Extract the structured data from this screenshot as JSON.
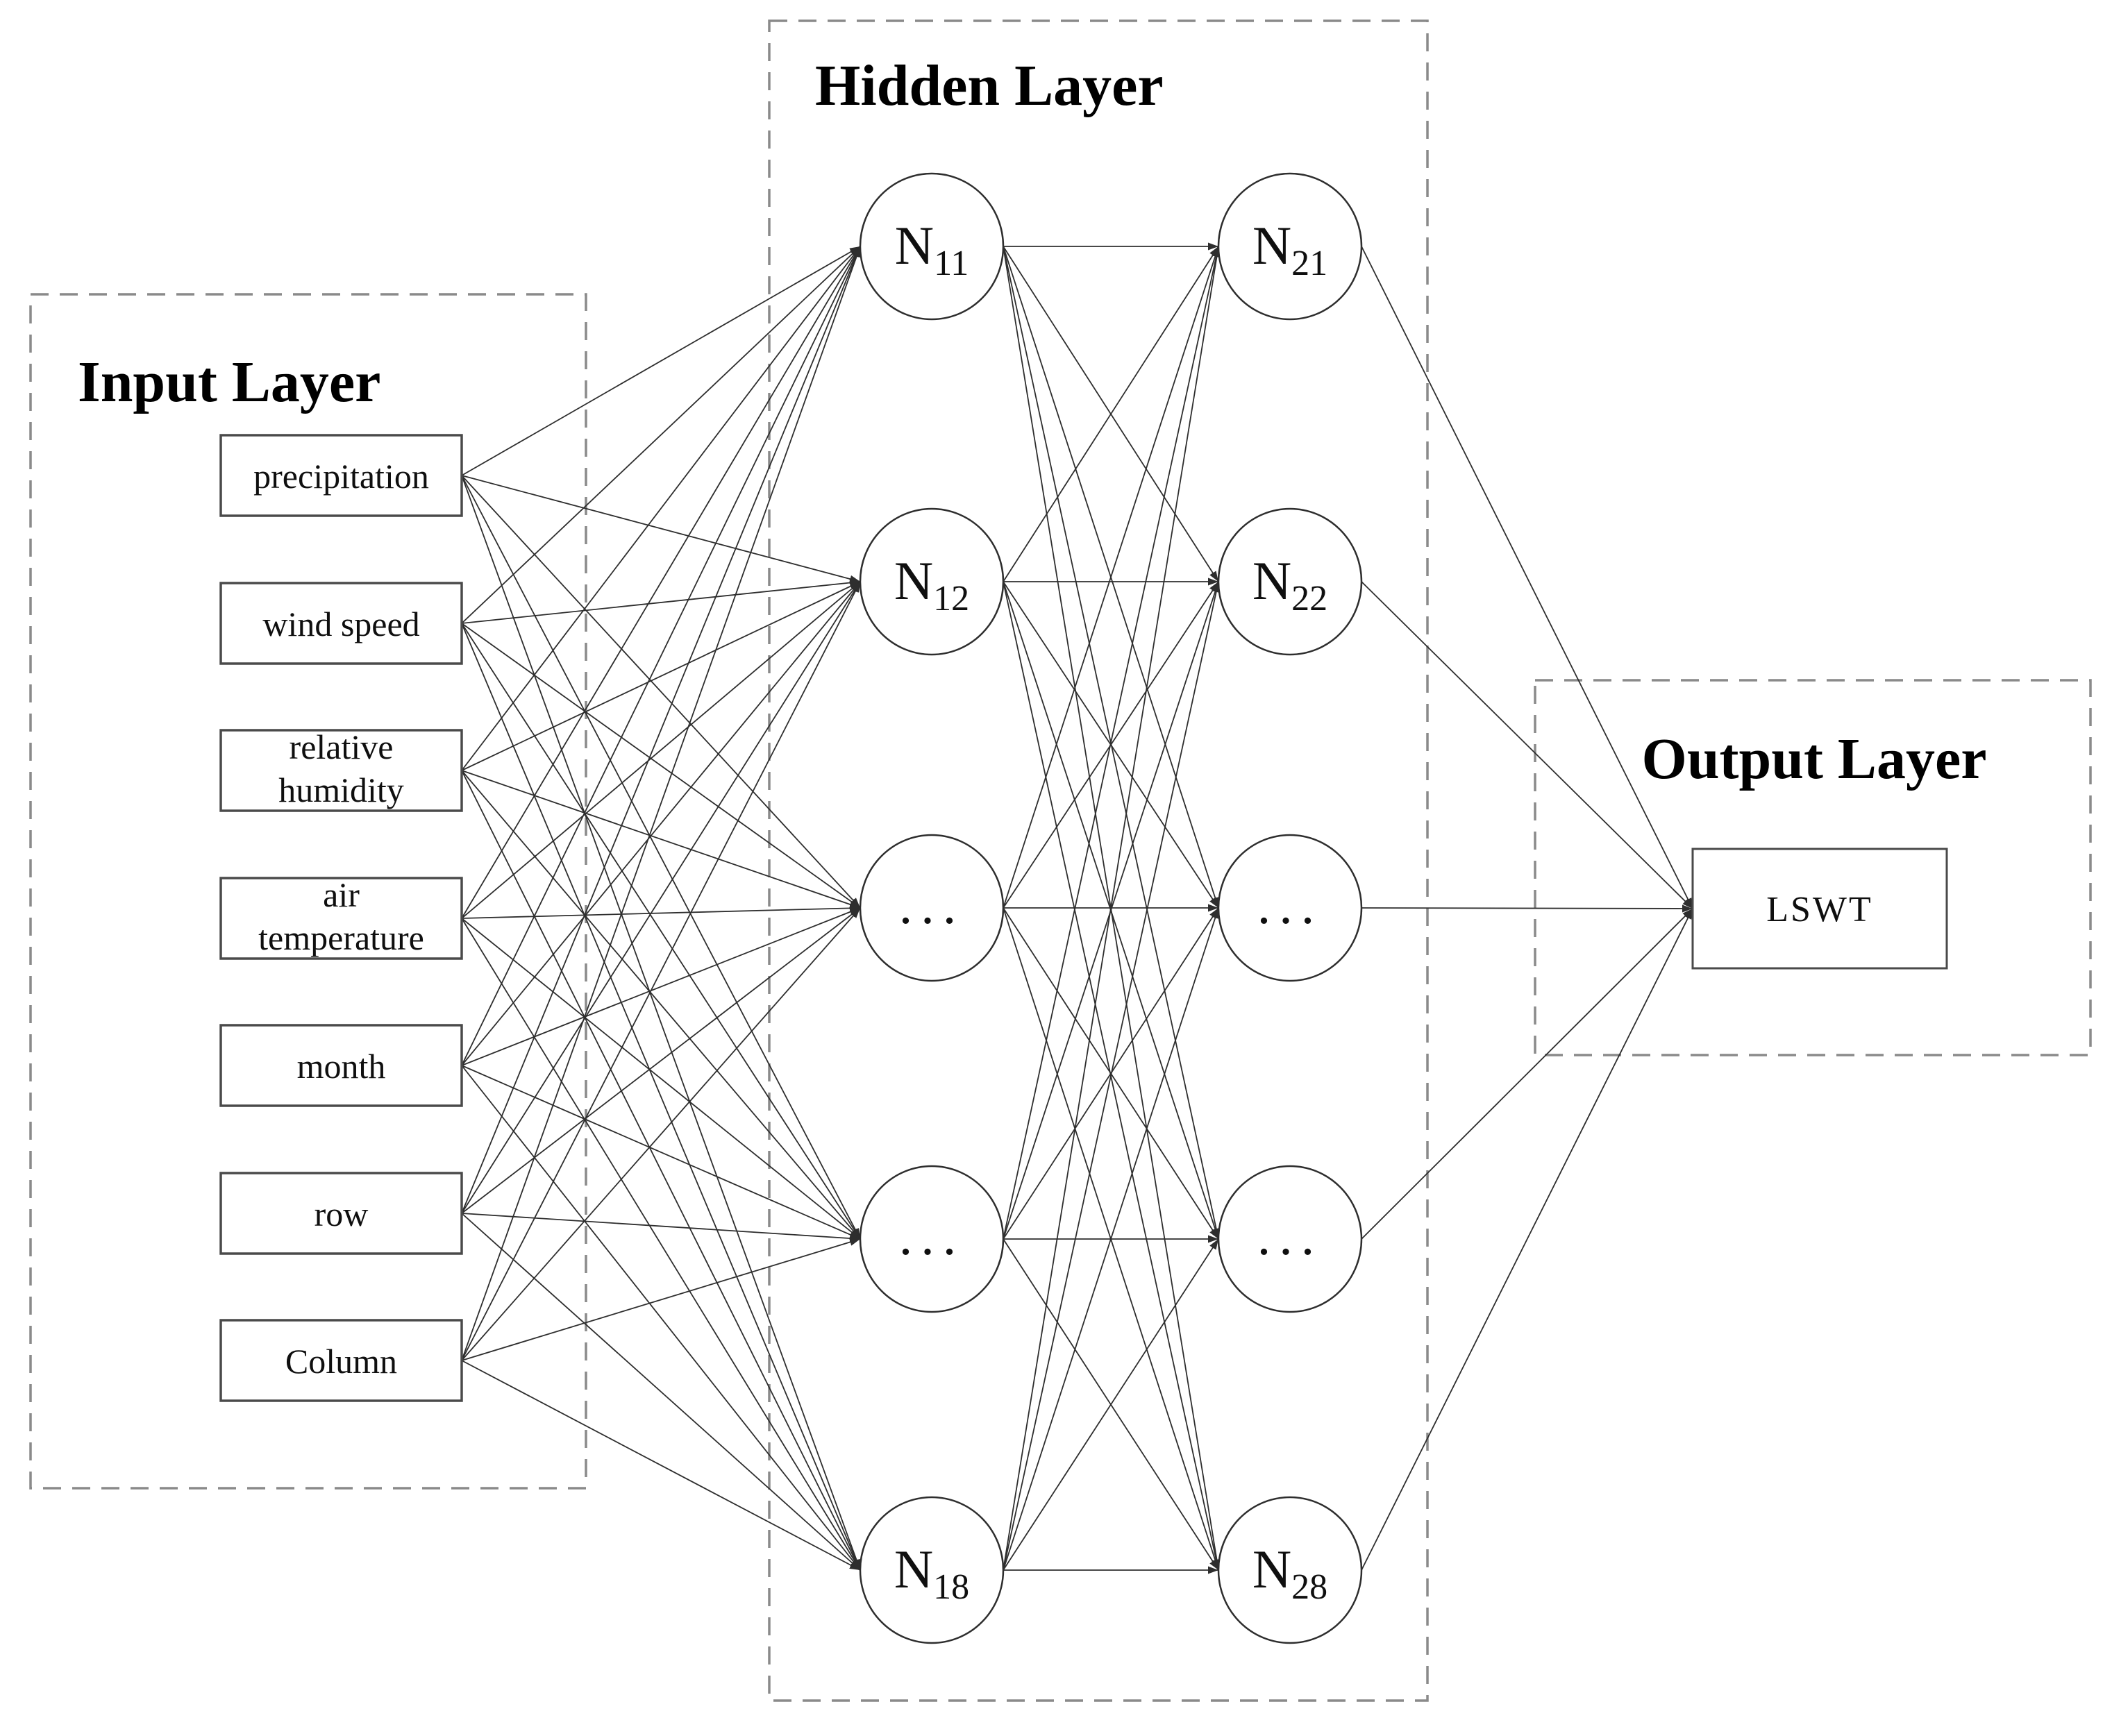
{
  "layers": {
    "input": {
      "title": "Input Layer",
      "nodes": [
        "precipitation",
        "wind speed",
        "relative\nhumidity",
        "air\ntemperature",
        "month",
        "row",
        "Column"
      ]
    },
    "hidden": {
      "title": "Hidden Layer",
      "column1": [
        {
          "base": "N",
          "sub": "11"
        },
        {
          "base": "N",
          "sub": "12"
        },
        {
          "base": "...",
          "sub": ""
        },
        {
          "base": "...",
          "sub": ""
        },
        {
          "base": "N",
          "sub": "18"
        }
      ],
      "column2": [
        {
          "base": "N",
          "sub": "21"
        },
        {
          "base": "N",
          "sub": "22"
        },
        {
          "base": "...",
          "sub": ""
        },
        {
          "base": "...",
          "sub": ""
        },
        {
          "base": "N",
          "sub": "28"
        }
      ]
    },
    "output": {
      "title": "Output Layer",
      "nodes": [
        "LSWT"
      ]
    }
  },
  "colors": {
    "edge": "#2e2e2e",
    "node_border": "#4a4a4a",
    "circle_border": "#2e2e2e",
    "dashed_border": "#8a8a8a",
    "text": "#0f0f0f",
    "background": "#ffffff"
  }
}
